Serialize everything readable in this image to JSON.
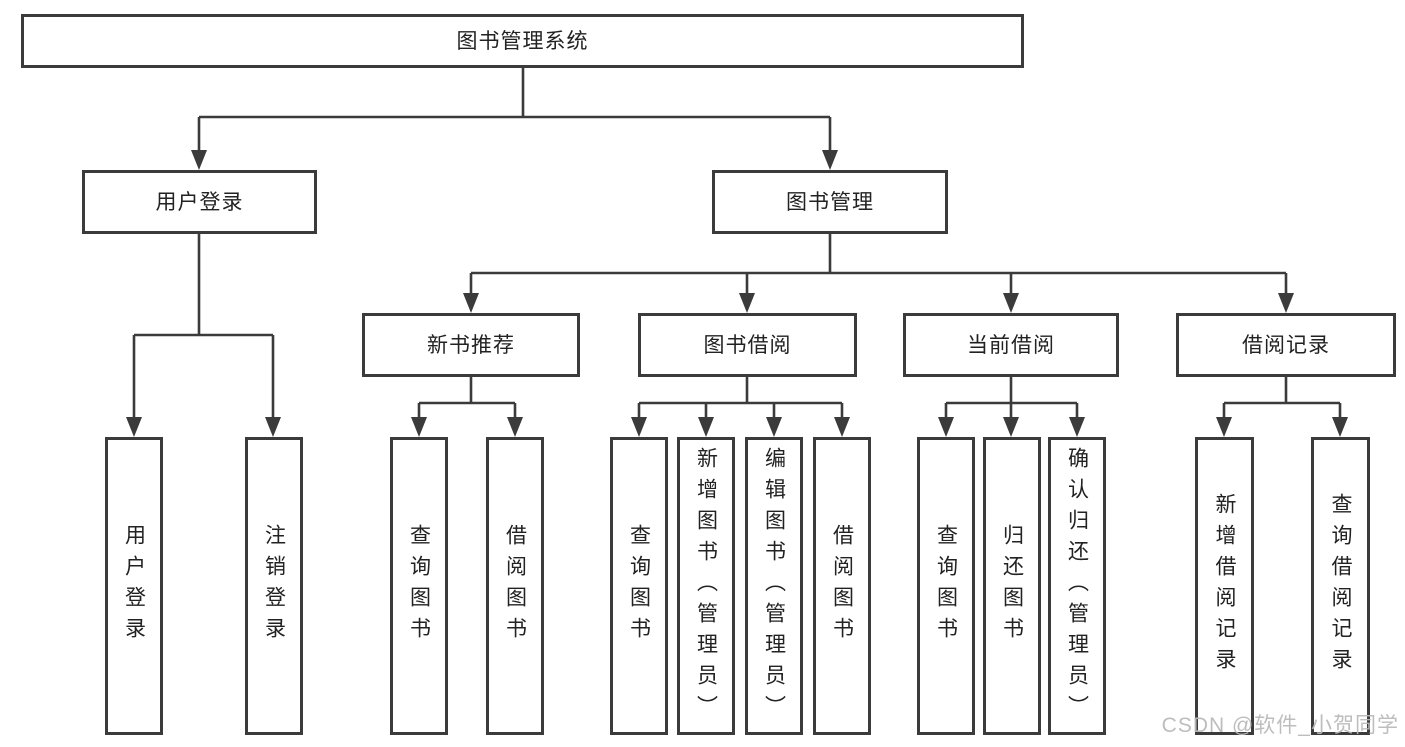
{
  "tree": {
    "root": {
      "label": "图书管理系统",
      "children": [
        {
          "label": "用户登录",
          "children": [
            {
              "label": "用户登录"
            },
            {
              "label": "注销登录"
            }
          ]
        },
        {
          "label": "图书管理",
          "children": [
            {
              "label": "新书推荐",
              "children": [
                {
                  "label": "查询图书"
                },
                {
                  "label": "借阅图书"
                }
              ]
            },
            {
              "label": "图书借阅",
              "children": [
                {
                  "label": "查询图书"
                },
                {
                  "label": "新增图书（管理员）"
                },
                {
                  "label": "编辑图书（管理员）"
                },
                {
                  "label": "借阅图书"
                }
              ]
            },
            {
              "label": "当前借阅",
              "children": [
                {
                  "label": "查询图书"
                },
                {
                  "label": "归还图书"
                },
                {
                  "label": "确认归还（管理员）"
                }
              ]
            },
            {
              "label": "借阅记录",
              "children": [
                {
                  "label": "新增借阅记录"
                },
                {
                  "label": "查询借阅记录"
                }
              ]
            }
          ]
        }
      ]
    }
  },
  "watermark": {
    "text": "CSDN @软件_小贺同学"
  },
  "colors": {
    "line": "#3b3b3b",
    "text": "#222222",
    "background": "#ffffff",
    "watermark": "#b9b9b9"
  }
}
